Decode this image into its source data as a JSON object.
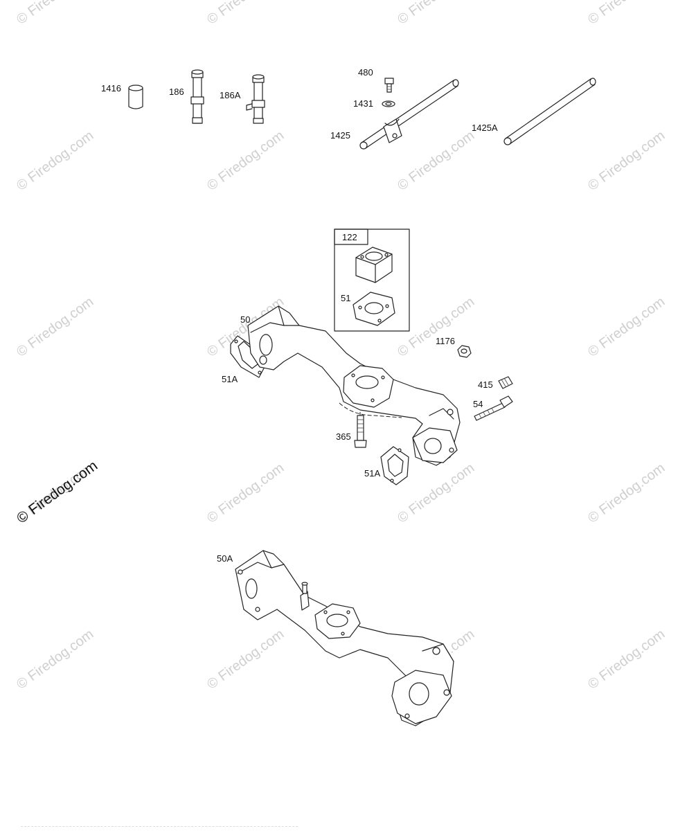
{
  "watermark": {
    "text": "© Firedog.com",
    "color": "#cfcfcf",
    "accent": "#111111"
  },
  "callouts": {
    "p1416": "1416",
    "p186": "186",
    "p186A": "186A",
    "p480": "480",
    "p1431": "1431",
    "p1425": "1425",
    "p1425A": "1425A",
    "p122": "122",
    "p51": "51",
    "p50": "50",
    "p51A_left": "51A",
    "p1176": "1176",
    "p415": "415",
    "p54": "54",
    "p365": "365",
    "p51A_right": "51A",
    "p50A": "50A"
  }
}
